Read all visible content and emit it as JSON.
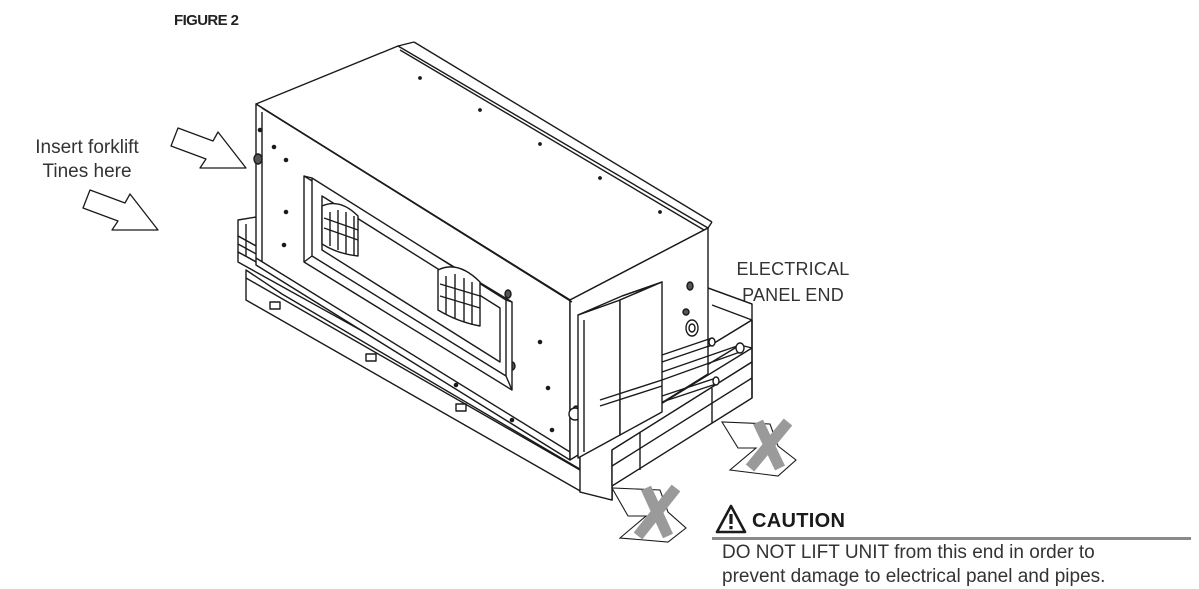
{
  "figure": {
    "label": "FIGURE 2"
  },
  "callouts": {
    "insert_line1": "Insert forklift",
    "insert_line2": "Tines here",
    "electrical_line1": "ELECTRICAL",
    "electrical_line2": "PANEL END"
  },
  "caution": {
    "title": "CAUTION",
    "line1": "DO NOT LIFT UNIT from this end in order to",
    "line2": "prevent damage to electrical panel and pipes."
  },
  "colors": {
    "line": "#1a1a1a",
    "arrow_fill": "#ffffff",
    "x_mark": "#9a9a9a",
    "rule": "#8a8a8a"
  },
  "icons": {
    "warning": "warning-triangle-icon",
    "arrows": "right-down-arrow-icon",
    "no_lift": "x-mark-icon"
  }
}
